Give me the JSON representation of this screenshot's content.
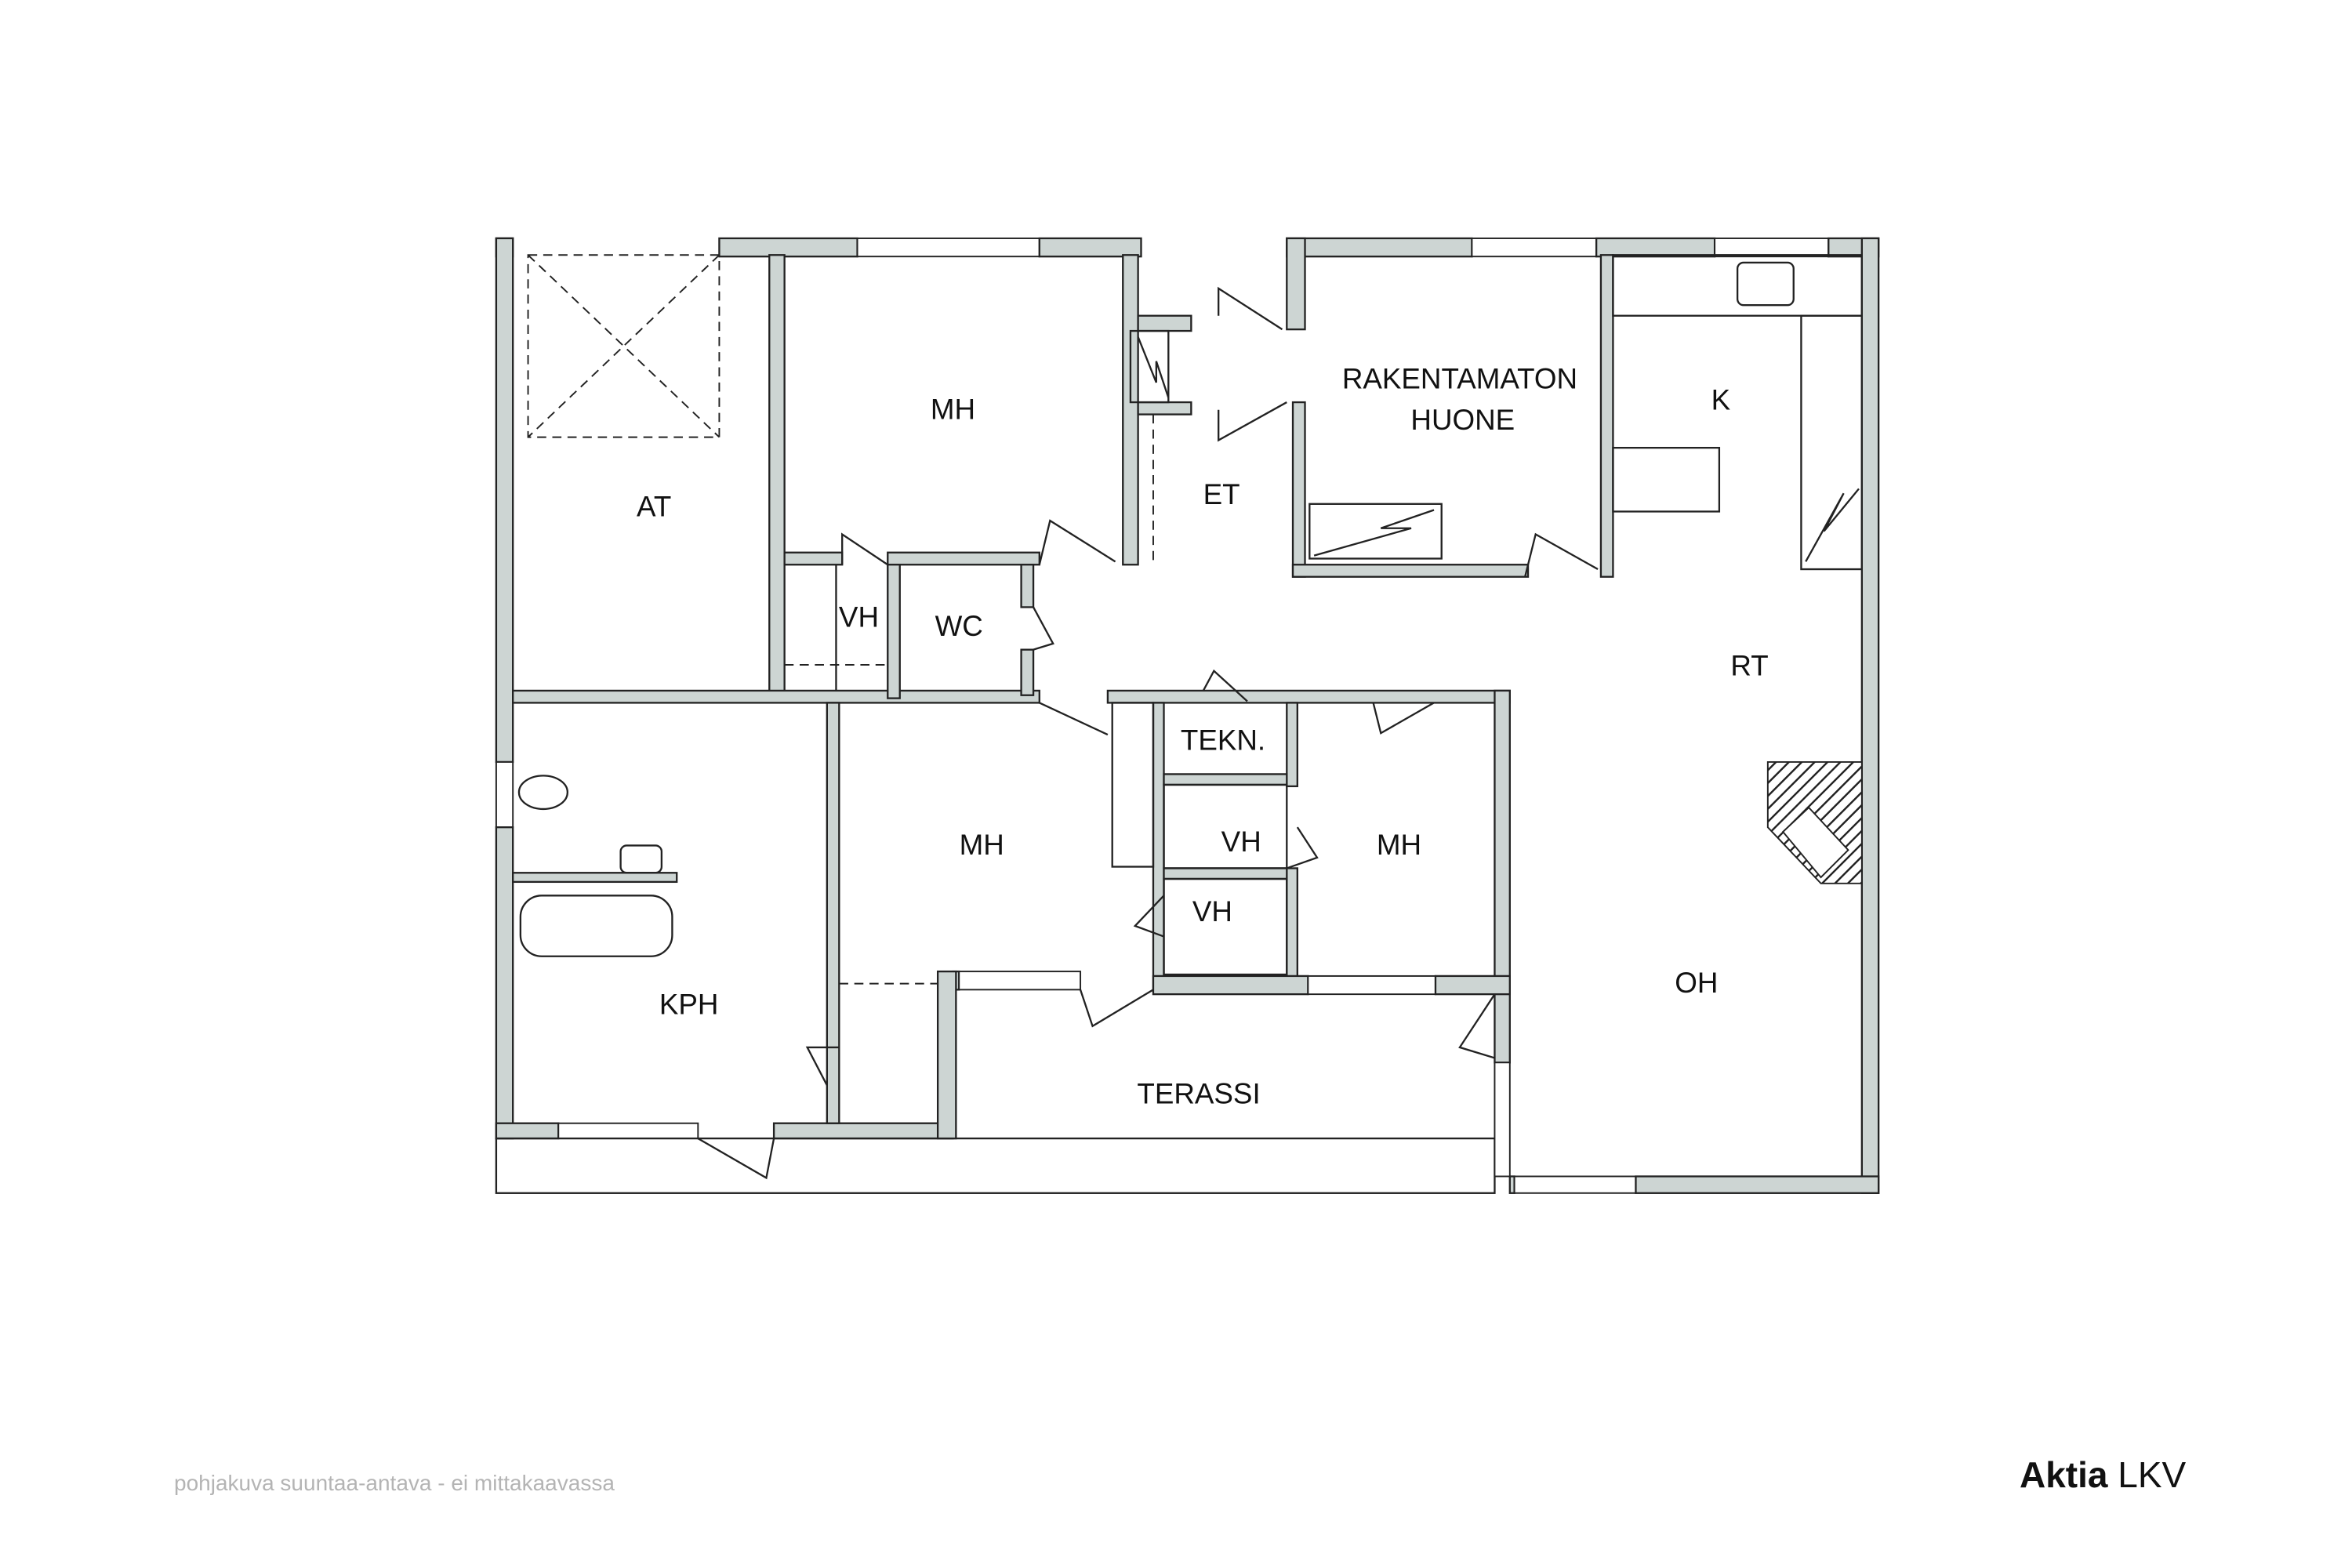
{
  "rooms": {
    "at": "AT",
    "mh1": "MH",
    "et": "ET",
    "rakentamaton_line1": "RAKENTAMATON",
    "rakentamaton_line2": "HUONE",
    "k": "K",
    "vh1": "VH",
    "wc": "WC",
    "rt": "RT",
    "tekn": "TEKN.",
    "mh2": "MH",
    "vh2": "VH",
    "mh3": "MH",
    "vh3": "VH",
    "kph": "KPH",
    "oh": "OH",
    "terassi": "TERASSI"
  },
  "footer": {
    "note": "pohjakuva suuntaa-antava - ei mittakaavassa",
    "brand_bold": "Aktia",
    "brand_light": "LKV"
  },
  "colors": {
    "wall": "#cdd5d3",
    "line": "#222222",
    "note": "#b4b4b4"
  }
}
